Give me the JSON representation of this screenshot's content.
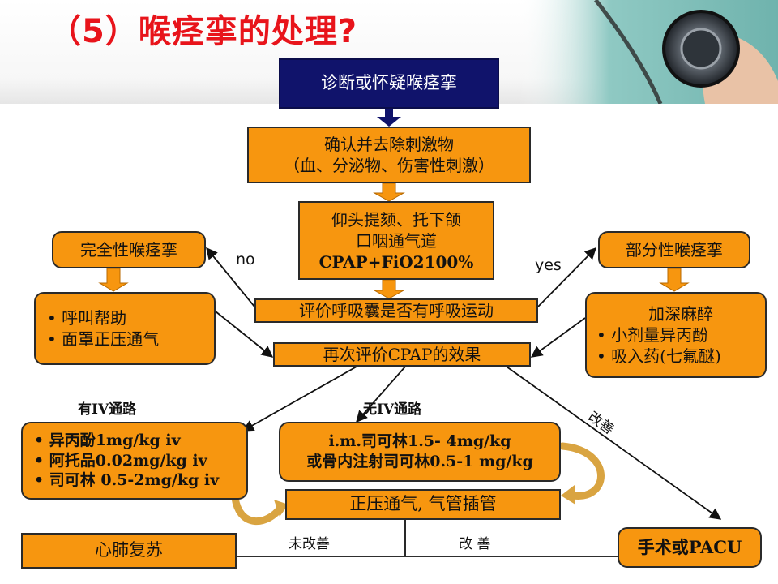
{
  "title": "（5）喉痉挛的处理?",
  "nodes": {
    "diagnose": "诊断或怀疑喉痉挛",
    "confirm": [
      "确认并去除刺激物",
      "（血、分泌物、伤害性刺激）"
    ],
    "airway": [
      "仰头提颏、托下颌",
      "口咽通气道",
      "CPAP+FiO2100%"
    ],
    "evaluate_bag": "评价呼吸囊是否有呼吸运动",
    "complete": "完全性喉痉挛",
    "complete_steps": [
      "• 呼叫帮助",
      "• 面罩正压通气"
    ],
    "partial": "部分性喉痉挛",
    "partial_steps": [
      "加深麻醉",
      "• 小剂量异丙酚",
      "•  吸入药(七氟醚)"
    ],
    "re_evaluate": "再次评价CPAP的效果",
    "iv_drugs": [
      "• 异丙酚1mg/kg iv",
      "•  阿托品0.02mg/kg iv",
      "• 司可林 0.5-2mg/kg iv"
    ],
    "no_iv_drugs": [
      "i.m.司可林1.5- 4mg/kg",
      "或骨内注射司可林0.5-1 mg/kg"
    ],
    "ppv_intubate": "正压通气, 气管插管",
    "cpr": "心肺复苏",
    "surgery": "手术或PACU"
  },
  "labels": {
    "no": "no",
    "yes": "yes",
    "has_iv": "有IV通路",
    "no_iv": "无IV通路",
    "improved_diag": "改善",
    "not_improved": "未改善",
    "improved": "改 善"
  },
  "colors": {
    "box_fill": "#f7960f",
    "box_border": "#2a2a2a",
    "header_box": "#10136b",
    "title": "#e8141b",
    "curved_arrow": "#d9a441"
  }
}
